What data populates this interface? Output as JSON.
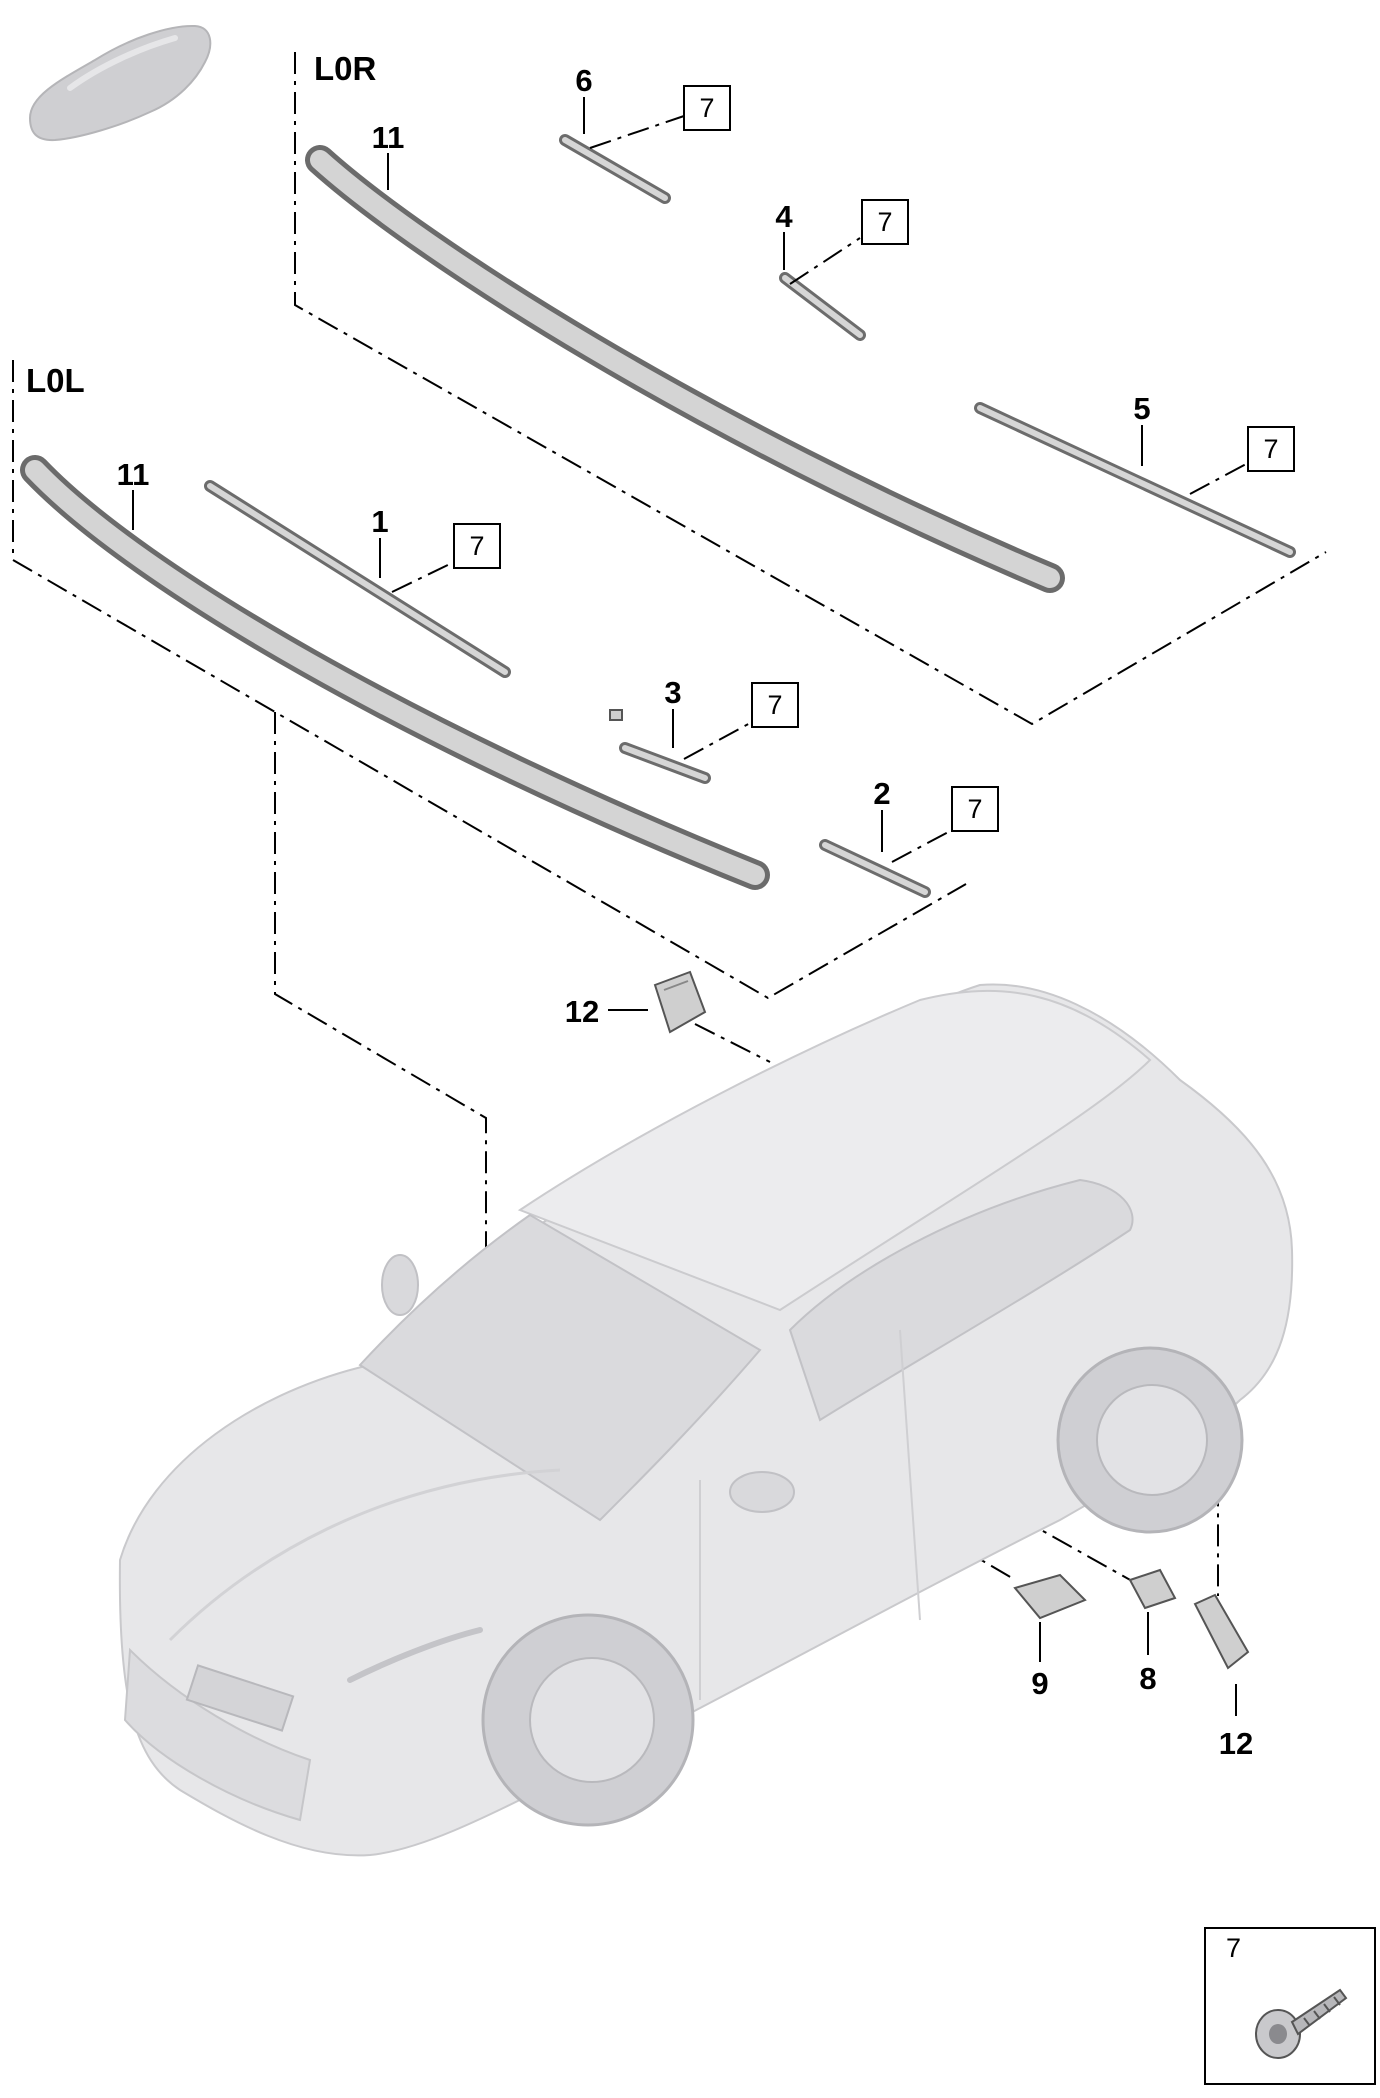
{
  "groups": {
    "right": "L0R",
    "left": "L0L"
  },
  "callouts": {
    "p1": "1",
    "p2": "2",
    "p3": "3",
    "p4": "4",
    "p5": "5",
    "p6": "6",
    "p8": "8",
    "p9": "9",
    "p11_right": "11",
    "p11_left": "11",
    "p12_top": "12",
    "p12_bottom": "12"
  },
  "ref_box": "7",
  "legend": {
    "number": "7",
    "icon": "screw-icon"
  },
  "icons": {
    "thumbnail": "car-thumbnail-icon",
    "vehicle": "vehicle-illustration"
  }
}
